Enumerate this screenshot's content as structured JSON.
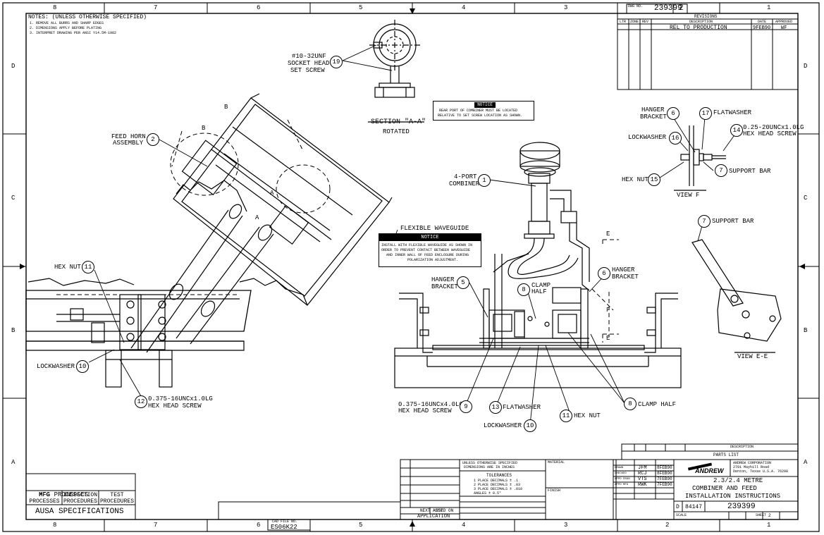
{
  "border": {
    "top_zones": [
      "8",
      "7",
      "6",
      "5",
      "4",
      "3",
      "2",
      "1"
    ],
    "bottom_zones": [
      "8",
      "7",
      "6",
      "5",
      "4",
      "3",
      "2",
      "1"
    ],
    "left_zones": [
      "D",
      "C",
      "B",
      "A"
    ],
    "right_zones": [
      "D",
      "C",
      "B",
      "A"
    ]
  },
  "notes": {
    "title": "NOTES: (UNLESS OTHERWISE SPECIFIED)",
    "lines": [
      "1. REMOVE ALL BURRS AND SHARP EDGES",
      "2. DIMENSIONS APPLY BEFORE PLATING",
      "3. INTERPRET DRAWING PER ANSI Y14.5M-1982"
    ]
  },
  "dwg_box": {
    "label": "DWG NO.",
    "number": "239399",
    "rev_label": "R",
    "rev": "2"
  },
  "revisions": {
    "title": "REVISIONS",
    "headers": [
      "LTR",
      "ZONE",
      "REV",
      "DESCRIPTION",
      "DATE",
      "APPROVED"
    ],
    "row": {
      "description": "REL TO PRODUCTION",
      "date": "9FEB90",
      "approved": "WF"
    }
  },
  "callouts": {
    "feed_horn": {
      "text1": "FEED HORN",
      "text2": "ASSEMBLY",
      "num": "2"
    },
    "hex_nut_left": {
      "text": "HEX NUT",
      "num": "11"
    },
    "lockwasher_left": {
      "text": "LOCKWASHER",
      "num": "10"
    },
    "screw_left": {
      "text1": "0.375-16UNCx1.0LG",
      "text2": "HEX HEAD SCREW",
      "num": "12"
    },
    "set_screw": {
      "text1": "#10-32UNF",
      "text2": "SOCKET HEAD",
      "text3": "SET SCREW",
      "num": "19"
    },
    "combiner": {
      "text1": "4-PORT",
      "text2": "COMBINER",
      "num": "1"
    },
    "flex_wg": {
      "text": "FLEXIBLE WAVEGUIDE"
    },
    "hanger_left": {
      "text1": "HANGER",
      "text2": "BRACKET",
      "num": "5"
    },
    "clamp_half_top": {
      "text1": "CLAMP",
      "text2": "HALF",
      "num": "8"
    },
    "hanger_right": {
      "text1": "HANGER",
      "text2": "BRACKET",
      "num": "6"
    },
    "screw_bottom": {
      "text1": "0.375-16UNCx4.0LG",
      "text2": "HEX HEAD SCREW",
      "num": "9"
    },
    "flatwasher_bottom": {
      "text": "FLATWASHER",
      "num": "13"
    },
    "lockwasher_bottom": {
      "text": "LOCKWASHER",
      "num": "10"
    },
    "hex_nut_bottom": {
      "text": "HEX NUT",
      "num": "11"
    },
    "clamp_half_bottom": {
      "text": "CLAMP HALF",
      "num": "8"
    },
    "vf_hanger": {
      "text1": "HANGER",
      "text2": "BRACKET",
      "num": "6"
    },
    "vf_flatwasher": {
      "text": "FLATWASHER",
      "num": "17"
    },
    "vf_lockwasher": {
      "text": "LOCKWASHER",
      "num": "16"
    },
    "vf_screw": {
      "text1": "0.25-20UNCx1.0LG",
      "text2": "HEX HEAD SCREW",
      "num": "14"
    },
    "vf_hexnut": {
      "text": "HEX NUT",
      "num": "15"
    },
    "vf_support": {
      "text": "SUPPORT BAR",
      "num": "7"
    },
    "ve_support": {
      "text": "SUPPORT BAR",
      "num": "7"
    }
  },
  "labels": {
    "section_aa": "SECTION \"A-A\"",
    "rotated": "ROTATED",
    "view_f": "VIEW F",
    "view_ee": "VIEW E-E",
    "a1": "A",
    "a2": "A",
    "b": "B",
    "e1": "E",
    "e2": "E",
    "f": "F"
  },
  "notice1": {
    "title": "NOTICE",
    "lines": [
      "REAR PORT OF COMBINER MUST BE LOCATED",
      "RELATIVE TO SET SCREW LOCATION AS SHOWN."
    ]
  },
  "notice2": {
    "title": "NOTICE",
    "lines": [
      "INSTALL WITH FLEXIBLE WAVEGUIDE AS SHOWN IN",
      "ORDER TO PREVENT CONTACT BETWEEN WAVEGUIDE",
      "AND INNER WALL OF FEED ENCLOSURE DURING",
      "POLARIZATION ADJUSTMENT."
    ]
  },
  "processes": {
    "headers": [
      "MFG PROCESSES",
      "INSPECTION PROCEDURES",
      "TEST PROCEDURES"
    ],
    "footer": "AUSA SPECIFICATIONS"
  },
  "title_block": {
    "tolerances_title": "UNLESS OTHERWISE SPECIFIED",
    "tolerances_sub": "DIMENSIONS ARE IN INCHES",
    "tolerances": "TOLERANCES",
    "tol_lines": [
      "1 PLACE DECIMALS ± .1",
      "2 PLACE DECIMALS ± .03",
      "3 PLACE DECIMALS ± .010",
      "ANGLES ± 0.5°"
    ],
    "material": "MATERIAL",
    "finish": "FINISH",
    "next_assy": "NEXT ASSY",
    "used_on": "USED ON",
    "application": "APPLICATION",
    "signoffs": [
      {
        "role": "DRAWN",
        "name": "JFM",
        "date": "8FEB90"
      },
      {
        "role": "CHECKED",
        "name": "RCJ",
        "date": "8FEB90"
      },
      {
        "role": "APPD DSGN",
        "name": "VTS",
        "date": "7FEB90"
      },
      {
        "role": "APPD MFG",
        "name": "RWK",
        "date": "7FEB90"
      }
    ],
    "company": "ANDREW",
    "company_sub1": "ANDREW CORPORATION",
    "company_sub2": "2701 Mayhill Road",
    "company_sub3": "Denton, Texas  U.S.A.  76208",
    "title1": "2.3/2.4 METRE",
    "title2": "COMBINER AND FEED",
    "title3": "INSTALLATION INSTRUCTIONS",
    "size": "D",
    "fscm": "84147",
    "dwg_no": "239399",
    "scale_label": "SCALE",
    "sheet_label": "SHEET",
    "sheet": "2",
    "parts_list": "PARTS LIST",
    "description": "DESCRIPTION",
    "cad_file_label": "CAD FILE NO.",
    "cad_file": "ES06K22"
  }
}
